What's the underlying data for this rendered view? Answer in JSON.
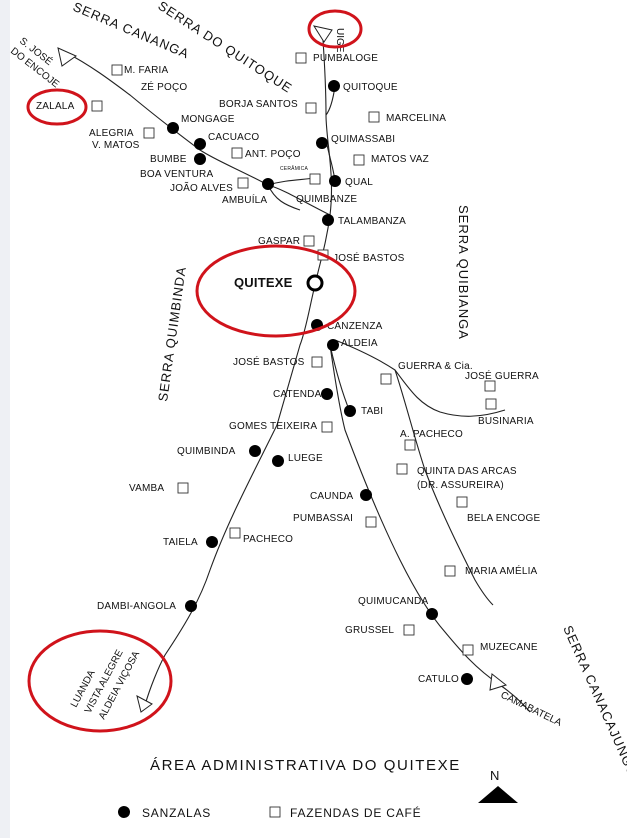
{
  "title": "ÁREA ADMINISTRATIVA DO QUITEXE",
  "legend": {
    "sanzalas": "SANZALAS",
    "fazendas": "FAZENDAS DE CAFÉ",
    "north": "N"
  },
  "center": "QUITEXE",
  "serras": {
    "cananga": "SERRA CANANGA",
    "quitoque": "SERRA DO QUITOQUE",
    "quibianga": "SERRA QUIBIANGA",
    "quimbinda": "SERRA QUIMBINDA",
    "canacajungue": "SERRA CANACAJUNGUE"
  },
  "routes": {
    "sjose_1": "S. JOSÉ",
    "sjose_2": "DO ENCOJE",
    "uige": "UIGE",
    "camabatela": "CAMABATELA",
    "luanda": "LUANDA",
    "vista_alegre": "VISTA ALEGRE",
    "aldeia_vicosa": "ALDEIA VIÇOSA"
  },
  "places": {
    "zalala": "ZALALA",
    "m_faria": "M. FARIA",
    "ze_poco": "ZÉ POÇO",
    "alegria_1": "ALEGRIA",
    "alegria_2": "V. MATOS",
    "mongage": "MONGAGE",
    "cacuaco": "CACUACO",
    "bumbe": "BUMBE",
    "ant_poco": "ANT. POÇO",
    "boa_ventura": "BOA VENTURA",
    "joao_alves": "JOÃO ALVES",
    "ambuila": "AMBUÍLA",
    "ceramica": "CERÂMICA",
    "pumbaloge": "PUMBALOGE",
    "quitoque": "QUITOQUE",
    "borja_santos": "BORJA SANTOS",
    "marcelina": "MARCELINA",
    "quimassabi": "QUIMASSABI",
    "matos_vaz": "MATOS VAZ",
    "qual": "QUAL",
    "quimbanze": "QUIMBANZE",
    "talambanza": "TALAMBANZA",
    "gaspar": "GASPAR",
    "jose_bastos_n": "JOSÉ BASTOS",
    "canzenza": "CANZENZA",
    "aldeia": "ALDEIA",
    "jose_bastos_s": "JOSÉ BASTOS",
    "guerra_cia": "GUERRA & Cia.",
    "jose_guerra": "JOSÉ GUERRA",
    "catenda": "CATENDA",
    "tabi": "TABI",
    "businaria": "BUSINARIA",
    "gomes_teixeira": "GOMES TEIXEIRA",
    "a_pacheco": "A. PACHECO",
    "quimbinda": "QUIMBINDA",
    "luege": "LUEGE",
    "quinta_1": "QUINTA DAS ARCAS",
    "quinta_2": "(DR. ASSUREIRA)",
    "vamba": "VAMBA",
    "caunda": "CAUNDA",
    "pumbassai": "PUMBASSAI",
    "bela_encoge": "BELA ENCOGE",
    "taiela": "TAIELA",
    "pacheco": "PACHECO",
    "maria_amelia": "MARIA AMÉLIA",
    "dambi_angola": "DAMBI-ANGOLA",
    "quimucanda": "QUIMUCANDA",
    "grussel": "GRUSSEL",
    "muzecane": "MUZECANE",
    "catulo": "CATULO"
  }
}
